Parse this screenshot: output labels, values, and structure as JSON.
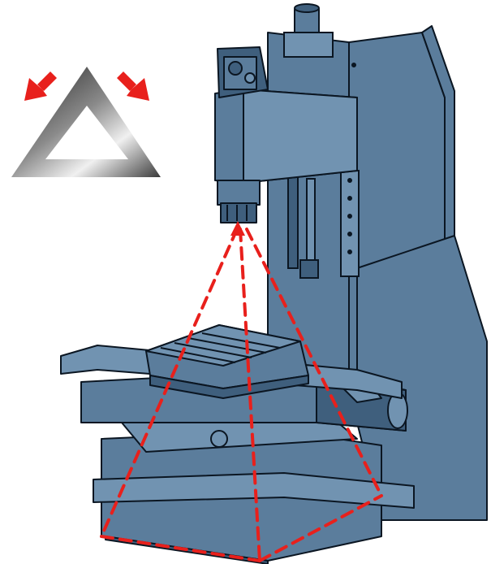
{
  "figure": {
    "subject": "vertical-machining-center",
    "emblem": "rigidity-triangle-icon",
    "load_arrows": "inward-force-arrows",
    "force_path": "dashed-force-loop"
  },
  "colors": {
    "background": "#ffffff",
    "machine_fill": "#5b7d9c",
    "machine_light": "#7193b1",
    "machine_dark": "#3f5f7d",
    "outline": "#0b1622",
    "force_red": "#e8201c",
    "triangle_dark": "#2a2a2a",
    "triangle_light": "#e4e4e4"
  }
}
